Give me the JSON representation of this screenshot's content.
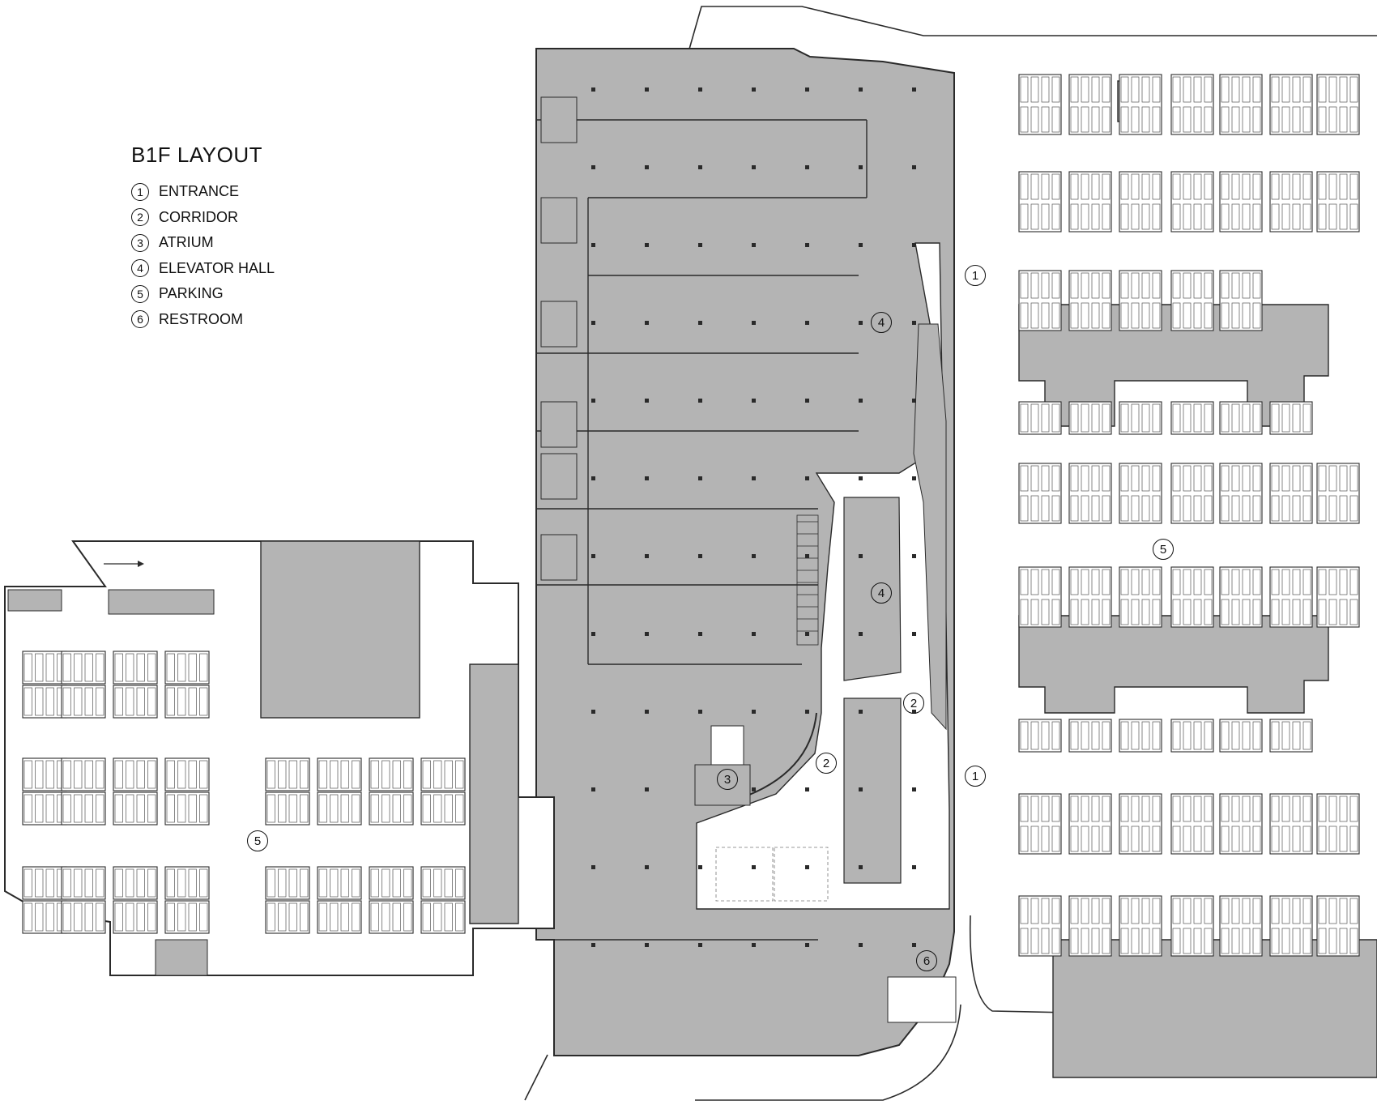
{
  "legend": {
    "title": "B1F LAYOUT",
    "items": [
      {
        "num": "1",
        "label": "ENTRANCE"
      },
      {
        "num": "2",
        "label": "CORRIDOR"
      },
      {
        "num": "3",
        "label": "ATRIUM"
      },
      {
        "num": "4",
        "label": "ELEVATOR HALL"
      },
      {
        "num": "5",
        "label": "PARKING"
      },
      {
        "num": "6",
        "label": "RESTROOM"
      }
    ]
  },
  "markers": [
    {
      "key": "entrance-north",
      "num": "1"
    },
    {
      "key": "entrance-south",
      "num": "1"
    },
    {
      "key": "corridor-east",
      "num": "2"
    },
    {
      "key": "corridor-curve",
      "num": "2"
    },
    {
      "key": "atrium",
      "num": "3"
    },
    {
      "key": "elevator-hall-north",
      "num": "4"
    },
    {
      "key": "elevator-hall-central",
      "num": "4"
    },
    {
      "key": "parking-west",
      "num": "5"
    },
    {
      "key": "parking-east",
      "num": "5"
    },
    {
      "key": "restroom",
      "num": "6"
    }
  ],
  "colors": {
    "fill": "#b4b4b4",
    "line": "#2a2a2a",
    "background": "#ffffff"
  }
}
